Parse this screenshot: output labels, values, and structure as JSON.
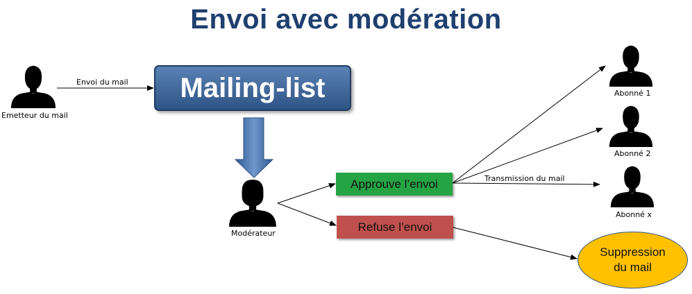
{
  "title": "Envoi avec modération",
  "sender": {
    "label": "Emetteur du mail"
  },
  "send_arrow_label": "Envoi du mail",
  "mailing_list": {
    "label": "Mailing-list"
  },
  "moderator": {
    "label": "Modérateur"
  },
  "approve": {
    "label": "Approuve l’envoi"
  },
  "refuse": {
    "label": "Refuse l’envoi"
  },
  "transmission_label": "Transmission du mail",
  "subscribers": [
    {
      "label": "Abonné 1"
    },
    {
      "label": "Abonné 2"
    },
    {
      "label": "Abonné x"
    }
  ],
  "suppression": {
    "line1": "Suppression",
    "line2": "du mail"
  },
  "colors": {
    "title": "#1F3F6F",
    "mailing_list": "#3B6396",
    "approve": "#25A444",
    "refuse": "#C0504D",
    "suppression": "#FFC000"
  }
}
